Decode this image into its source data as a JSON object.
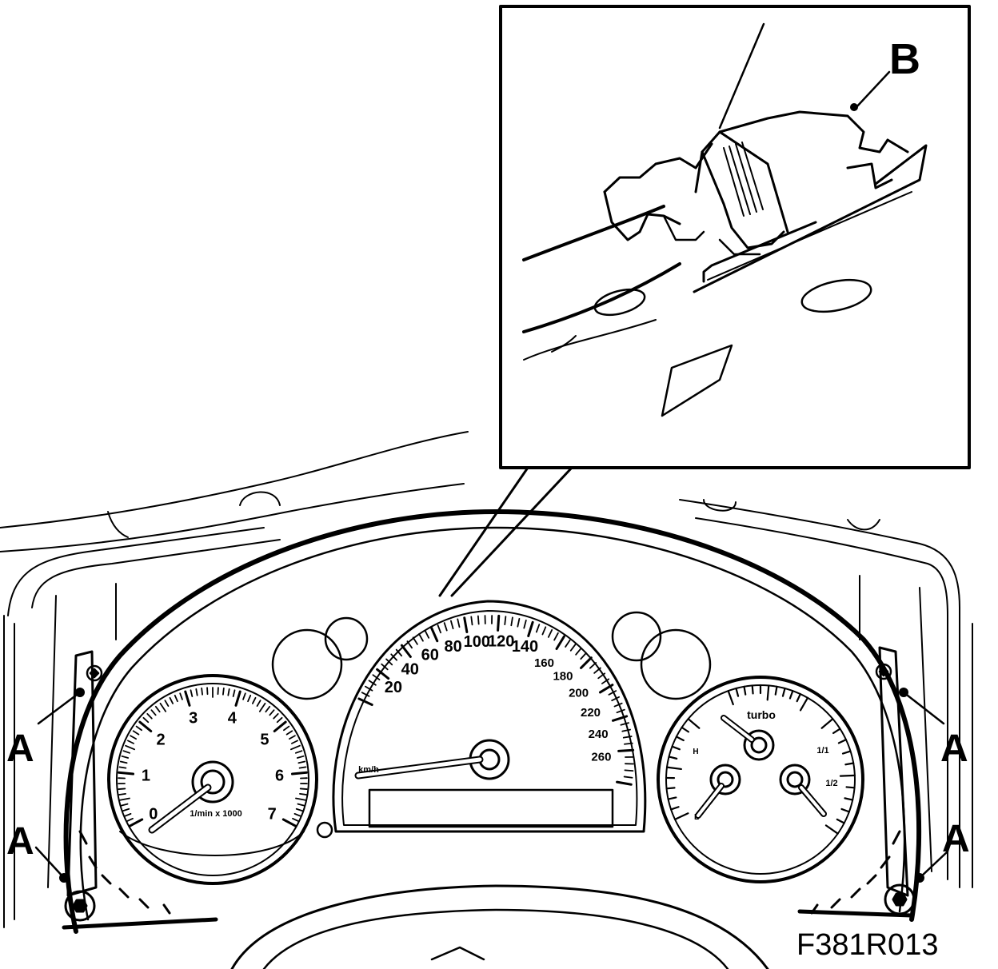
{
  "callouts": {
    "a": "A",
    "b": "B"
  },
  "figure_code": "F381R013",
  "tachometer": {
    "numbers": [
      "0",
      "1",
      "2",
      "3",
      "4",
      "5",
      "6",
      "7"
    ],
    "unit": "1/min x 1000"
  },
  "speedometer": {
    "numbers": [
      "20",
      "40",
      "60",
      "80",
      "100",
      "120",
      "140",
      "160",
      "180",
      "200",
      "220",
      "240",
      "260"
    ],
    "unit": "km/h"
  },
  "combo_gauge": {
    "turbo_label": "turbo",
    "temp_high": "H",
    "temp_low": "L",
    "fuel_full": "1/1",
    "fuel_half": "1/2"
  }
}
